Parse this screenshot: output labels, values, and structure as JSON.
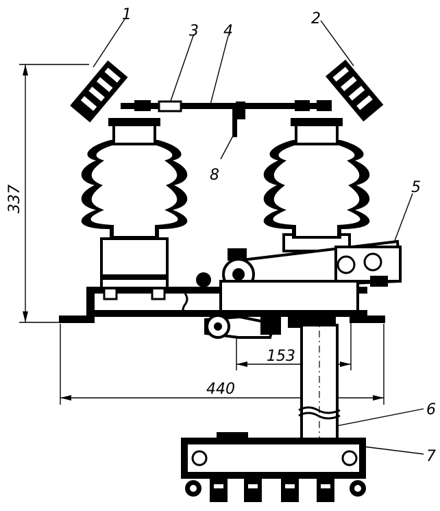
{
  "callouts": [
    "1",
    "2",
    "3",
    "4",
    "5",
    "6",
    "7",
    "8"
  ],
  "dimensions": {
    "height": "337",
    "width": "440",
    "offset": "153"
  }
}
